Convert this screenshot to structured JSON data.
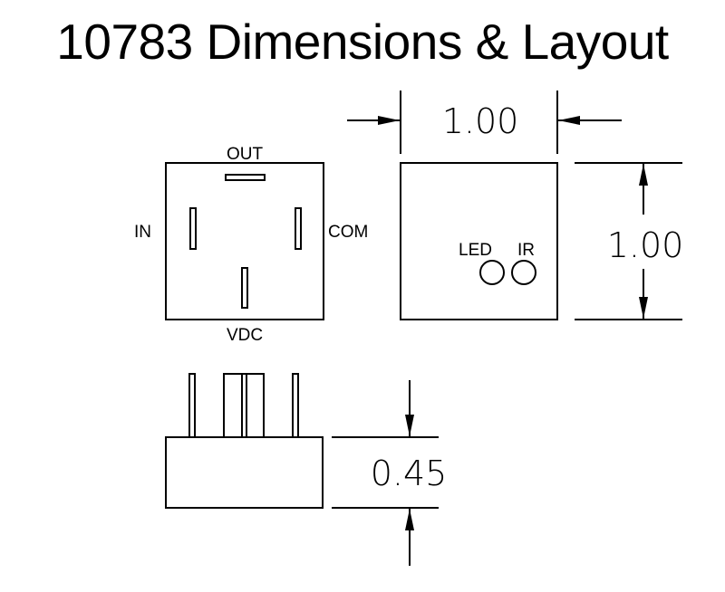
{
  "title": "10783 Dimensions & Layout",
  "top_view": {
    "pins": {
      "out": "OUT",
      "in": "IN",
      "com": "COM",
      "vdc": "VDC"
    }
  },
  "front_view": {
    "indicators": {
      "led": "LED",
      "ir": "IR"
    },
    "width_dim": "1.00",
    "height_dim": "1.00"
  },
  "side_view": {
    "height_dim": "0.45"
  }
}
